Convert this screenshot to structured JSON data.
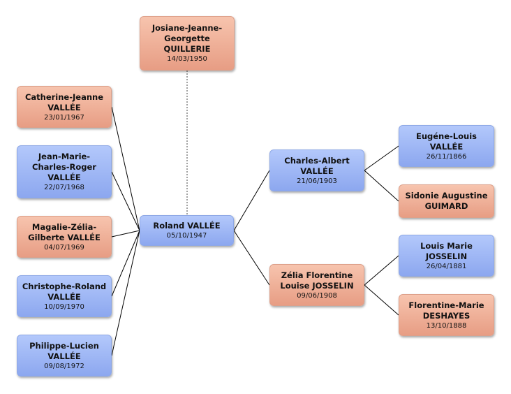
{
  "people": {
    "root": {
      "lines": [
        "Roland VALLÉE"
      ],
      "date": "05/10/1947"
    },
    "spouse": {
      "lines": [
        "Josiane-Jeanne-",
        "Georgette",
        "QUILLERIE"
      ],
      "date": "14/03/1950"
    },
    "child1": {
      "lines": [
        "Catherine-Jeanne",
        "VALLÉE"
      ],
      "date": "23/01/1967"
    },
    "child2": {
      "lines": [
        "Jean-Marie-",
        "Charles-Roger",
        "VALLÉE"
      ],
      "date": "22/07/1968"
    },
    "child3": {
      "lines": [
        "Magalie-Zélia-",
        "Gilberte VALLÉE"
      ],
      "date": "04/07/1969"
    },
    "child4": {
      "lines": [
        "Christophe-Roland",
        "VALLÉE"
      ],
      "date": "10/09/1970"
    },
    "child5": {
      "lines": [
        "Philippe-Lucien",
        "VALLÉE"
      ],
      "date": "09/08/1972"
    },
    "father": {
      "lines": [
        "Charles-Albert",
        "VALLÉE"
      ],
      "date": "21/06/1903"
    },
    "mother": {
      "lines": [
        "Zélia Florentine",
        "Louise JOSSELIN"
      ],
      "date": "09/06/1908"
    },
    "pgf": {
      "lines": [
        "Eugéne-Louis",
        "VALLÉE"
      ],
      "date": "26/11/1866"
    },
    "pgm": {
      "lines": [
        "Sidonie Augustine",
        "GUIMARD"
      ],
      "date": ""
    },
    "mgf": {
      "lines": [
        "Louis Marie",
        "JOSSELIN"
      ],
      "date": "26/04/1881"
    },
    "mgm": {
      "lines": [
        "Florentine-Marie",
        "DESHAYES"
      ],
      "date": "13/10/1888"
    }
  },
  "colors": {
    "male": "#9db5f5",
    "female": "#eeac92",
    "line": "#000000"
  }
}
